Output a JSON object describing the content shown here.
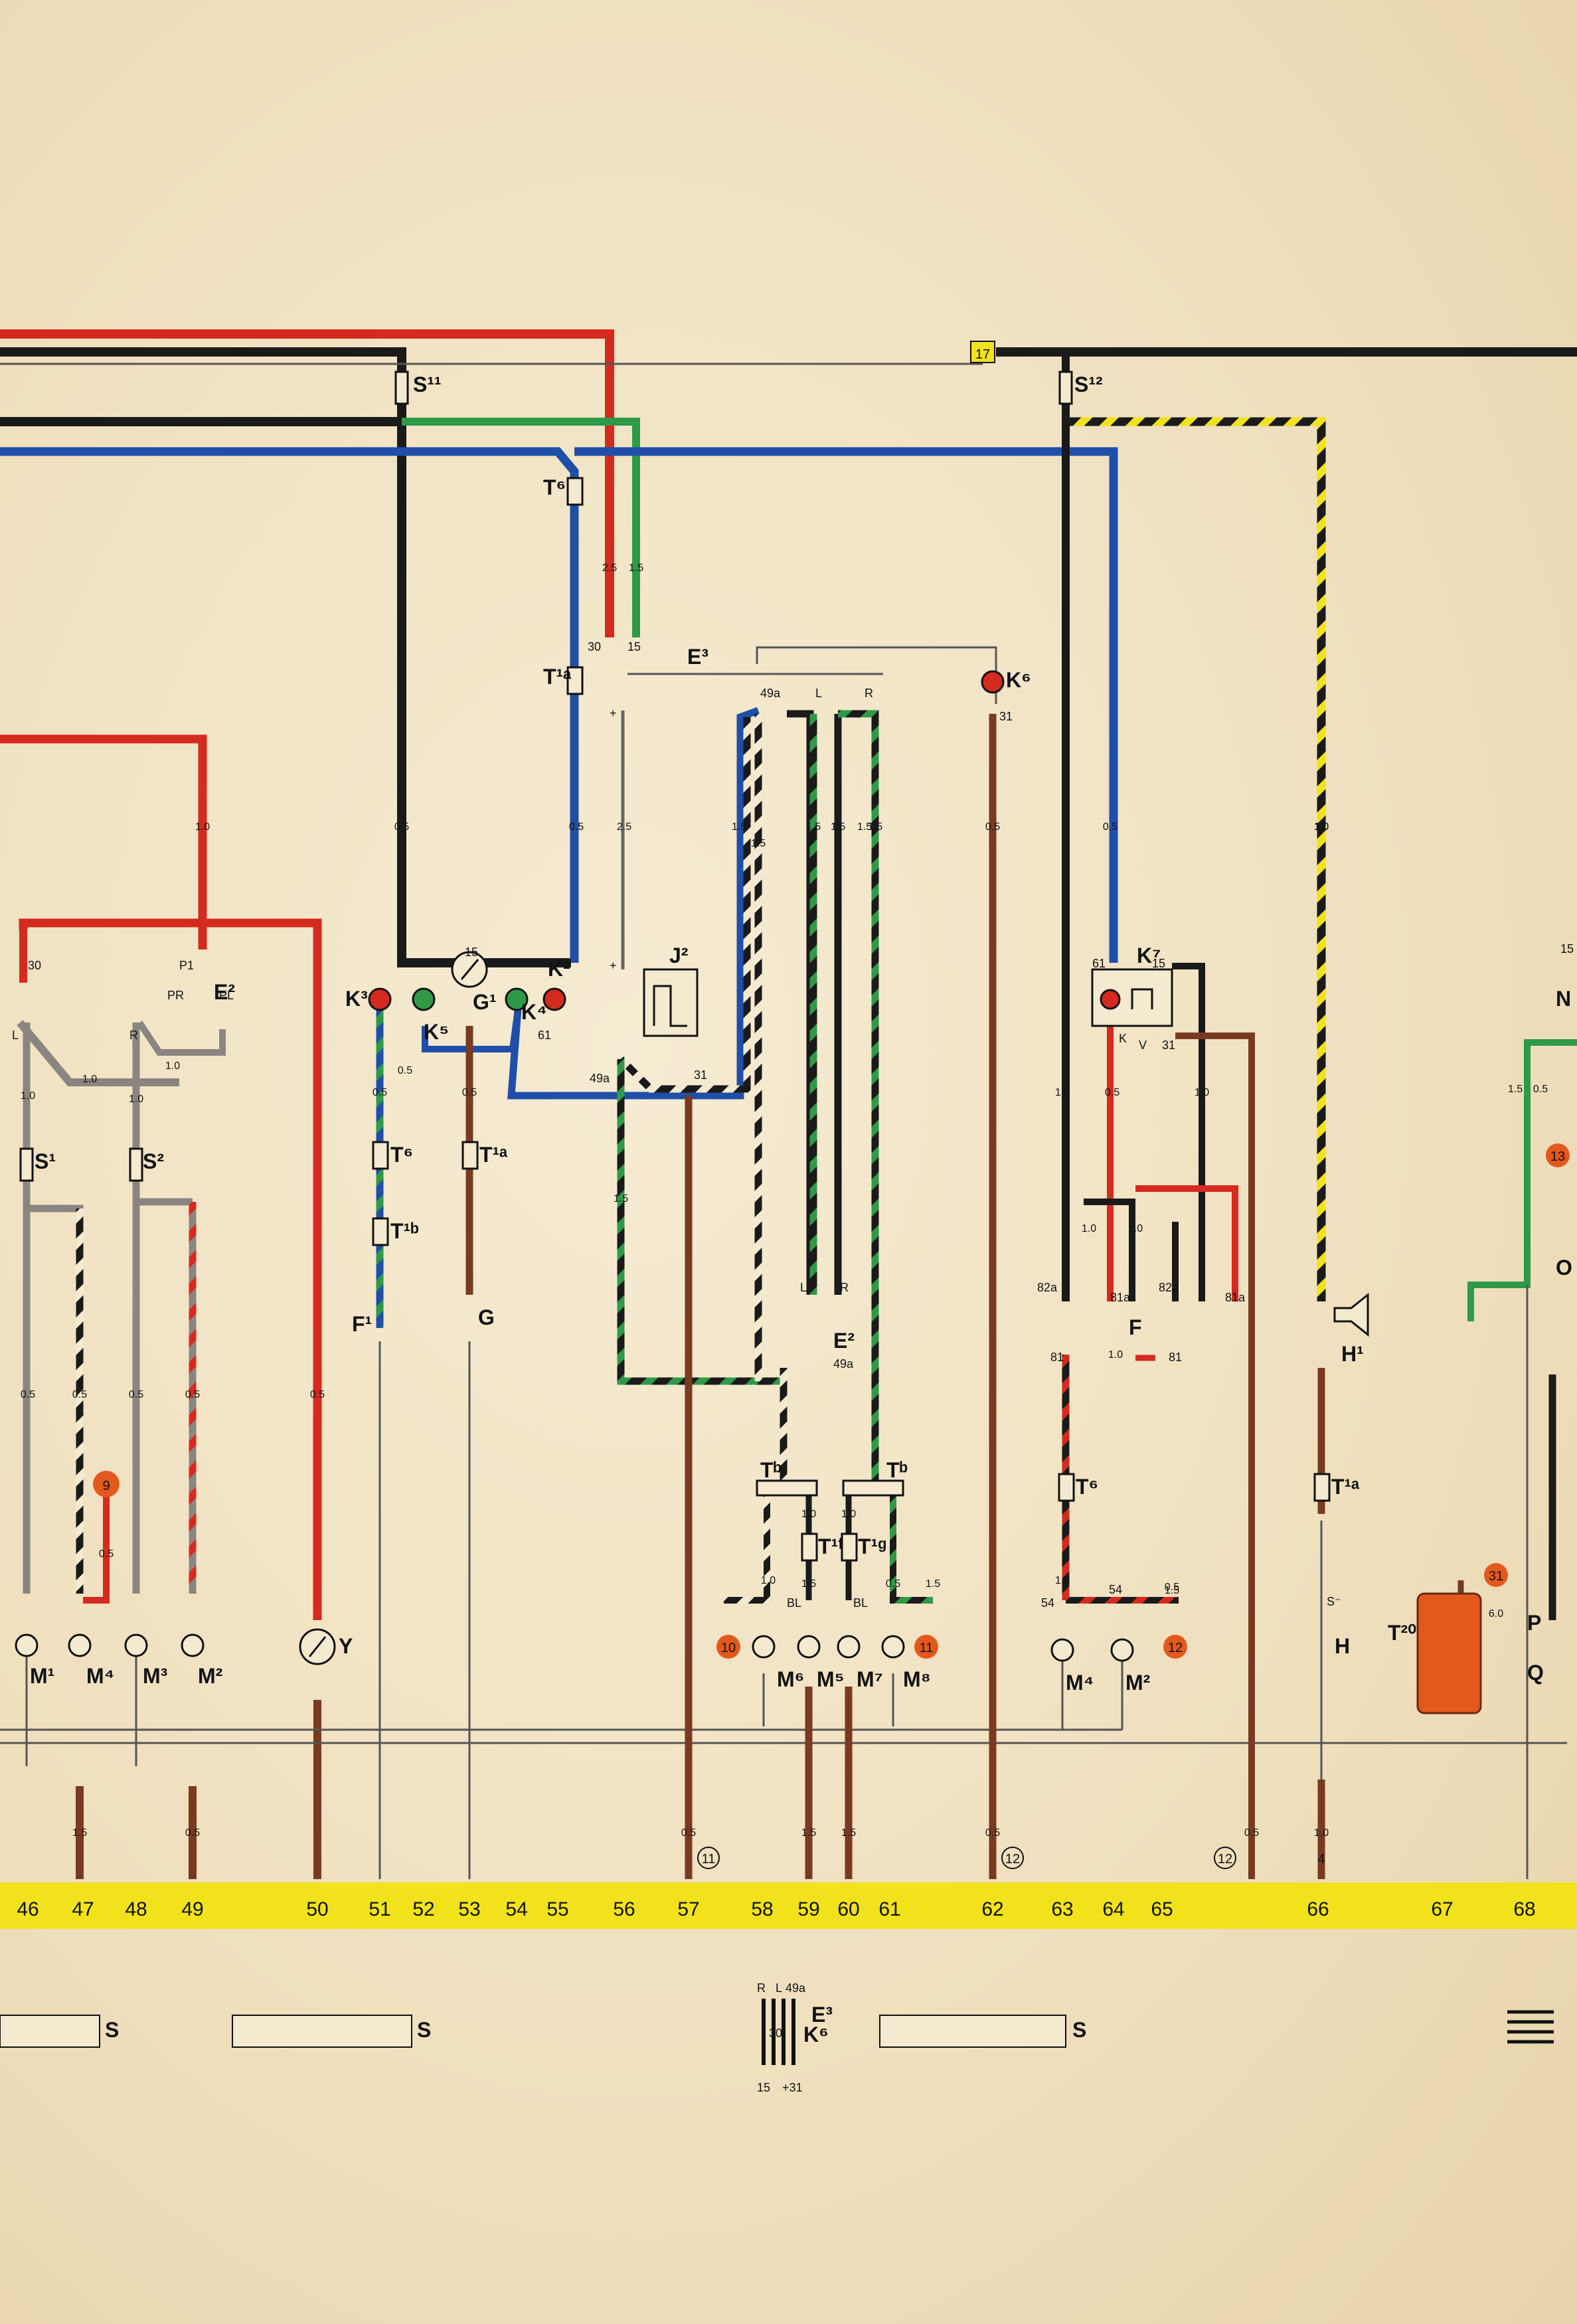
{
  "diagram": {
    "column_numbers": [
      "46",
      "47",
      "48",
      "49",
      "50",
      "51",
      "52",
      "53",
      "54",
      "55",
      "56",
      "57",
      "58",
      "59",
      "60",
      "61",
      "62",
      "63",
      "64",
      "65",
      "66",
      "67",
      "68"
    ],
    "connection_markers": [
      "9",
      "10",
      "11",
      "12",
      "13",
      "31",
      "4",
      "17"
    ],
    "component_refs": {
      "s11": "S¹¹",
      "s12": "S¹²",
      "t6_top": "T⁶",
      "t1a_top": "T¹ᵃ",
      "e3": "E³",
      "k6": "K⁶",
      "j2": "J²",
      "k3": "K³",
      "k5": "K⁵",
      "g1": "G¹",
      "k2": "K²",
      "k4": "K⁴",
      "e2": "E²",
      "s1": "S¹",
      "s2": "S²",
      "m1": "M¹",
      "m4": "M⁴",
      "m3": "M³",
      "m2": "M²",
      "y": "Y",
      "t6_left": "T⁶",
      "t1b": "T¹ᵇ",
      "f1": "F¹",
      "t1a_mid": "T¹ᵃ",
      "g": "G",
      "e2_mid": "E²",
      "tb_left": "Tᵇ",
      "tb_right": "Tᵇ",
      "t1f": "T¹ᶠ",
      "t1g": "T¹ᵍ",
      "m6": "M⁶",
      "m5": "M⁵",
      "m7": "M⁷",
      "m8": "M⁸",
      "k7": "K⁷",
      "f": "F",
      "t6_right": "T⁶",
      "m4_right": "M⁴",
      "m2_right": "M²",
      "h1": "H¹",
      "t1a_right": "T¹ᵃ",
      "h": "H",
      "t20": "T²⁰",
      "n": "N",
      "o": "O",
      "p": "P",
      "q": "Q",
      "e3_bottom": "E³",
      "k6_bottom": "K⁶",
      "s_a": "S",
      "s_b": "S",
      "s_c": "S"
    },
    "terminals": {
      "t30_top": "30",
      "t15_top": "15",
      "t31_k6": "31",
      "t30_left": "30",
      "p1": "P1",
      "pr": "PR",
      "pl": "PL",
      "l_left": "L",
      "r_left": "R",
      "t15_mid": "15",
      "t61_mid": "61",
      "t49a_mid": "49a",
      "t31_mid": "31",
      "plus_a": "+",
      "plus_b": "+",
      "t49a_top": "49a",
      "l_top": "L",
      "r_top": "R",
      "l_e2": "L",
      "r_e2": "R",
      "t49a_e2": "49a",
      "bl_a": "BL",
      "bl_b": "BL",
      "t61_k7": "61",
      "t15_k7": "15",
      "k_k7": "K",
      "v_k7": "V",
      "t31_k7": "31",
      "t82a_l": "82a",
      "t81a_l": "81a",
      "t82a_r": "82a",
      "t81a_r": "81a",
      "t81_l": "81",
      "t81_r": "81",
      "t54_a": "54",
      "t54_b": "54",
      "s_minus": "S⁻",
      "t15_n": "15",
      "bottom_r": "R",
      "bottom_l": "L",
      "bottom_49a": "49a",
      "bottom_15": "15",
      "bottom_31": "+31",
      "bottom_30": "30"
    },
    "wire_gauges": {
      "g1": "2.5",
      "g2": "1.5",
      "g3": "1.0",
      "g4": "0.5",
      "g5": "0.5",
      "g6": "2.5",
      "g7": "1.5",
      "g8": "1.5",
      "g9": "1.5",
      "g10": "1.5",
      "g11": "1.5",
      "g12": "1.5",
      "g13": "0.5",
      "g14": "0.5",
      "g15": "1.0",
      "g16": "1.0",
      "g17": "1.0",
      "g18": "1.0",
      "g19": "1.0",
      "g20": "0.5",
      "g21": "0.5",
      "g22": "0.5",
      "g23": "0.5",
      "g24": "0.5",
      "g25": "0.5",
      "g26": "0.5",
      "g27": "1.5",
      "g28": "0.5",
      "g29": "0.5",
      "g30": "1.5",
      "g31": "1.0",
      "g32": "1.0",
      "g33": "1.0",
      "g34": "0.5",
      "g35": "1.0",
      "g36": "1.0",
      "g37": "1.0",
      "g38": "1.0",
      "g39": "1.0",
      "g40": "1.5",
      "g41": "0.5",
      "g42": "0.5",
      "g43": "1.5",
      "g44": "1.5",
      "g45": "1.0",
      "g46": "0.5",
      "g47": "1.5",
      "g48": "1.5",
      "g49": "0.5",
      "g50": "1.0",
      "g51": "0.5",
      "g52": "0.5",
      "g53": "6.0",
      "g54": "1.5",
      "g55": "0.5",
      "g56": "1.0",
      "g57": "1.0",
      "g58": "1.0"
    },
    "colors": {
      "paper": "#f1e4c6",
      "red": "#d42a1f",
      "black": "#1a1a1a",
      "blue": "#1f4fa8",
      "green": "#2e9a48",
      "brown": "#7a3a22",
      "grey": "#8a8580",
      "yellow": "#f1e21c",
      "orange": "#e3591d"
    }
  }
}
